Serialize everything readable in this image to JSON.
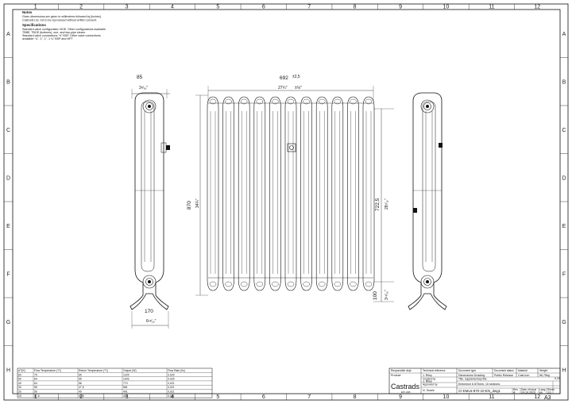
{
  "border": {
    "columns": [
      "1",
      "2",
      "3",
      "4",
      "5",
      "6",
      "7",
      "8",
      "9",
      "10",
      "11",
      "12"
    ],
    "rows": [
      "A",
      "B",
      "C",
      "D",
      "E",
      "F",
      "G",
      "H"
    ]
  },
  "notes": {
    "title": "Notes",
    "lines": [
      "Given dimensions are given in millimetres followed by [inches].",
      "Castrads Ltd, not to be reproduced without written consent."
    ],
    "spec_title": "Specifications",
    "spec_lines": [
      "Standard valve configuration: BOE. Other configurations available:",
      "TBBE, TBOE (bottoms), one- and two-pipe steam.",
      "Standard valve connections: ½\" BSP. Other valve connections",
      "available: ¾\", 1\", 1\", 1 ¼\" BSP and NPT"
    ]
  },
  "dimensions": {
    "side_depth_mm": "85",
    "side_depth_in": "3⁵⁄₁₆\"",
    "width_mm": "692",
    "width_tol": "±2,5",
    "width_in": "27¼\"",
    "width_tol_in": "±⅛\"",
    "height_mm": "870",
    "height_in": "34¼\"",
    "centres_mm": "722,5",
    "centres_in": "28⁷⁄₁₆\"",
    "floor_mm": "100",
    "floor_in": "3¹⁵⁄₁₆\"",
    "foot_mm": "170",
    "foot_in": "6¹¹⁄₁₆\""
  },
  "output_table": {
    "headers": [
      "ΔT(K)",
      "Flow Temperature (°C)",
      "Return Temperature (°C)",
      "Output (W)",
      "Flow Rate (l/s)"
    ],
    "rows": [
      [
        "60",
        "75",
        "65",
        "1225",
        "0,029"
      ],
      [
        "50",
        "64",
        "55",
        "1043",
        "0,025"
      ],
      [
        "40",
        "64",
        "56",
        "770",
        "0,021"
      ],
      [
        "30",
        "55",
        "47,5",
        "581",
        "0,021"
      ],
      [
        "20",
        "50",
        "40",
        "401",
        "0,021"
      ],
      [
        "15",
        "47,5",
        "42,5",
        "404",
        "0,021"
      ]
    ]
  },
  "title_block": {
    "logo": "Castrads",
    "logo_sub": "EST. 2005",
    "responsible_dept_label": "Responsible dept.",
    "responsible_dept": "Product",
    "tech_ref_label": "Technical reference",
    "tech_ref": "J. Riley",
    "created_by_label": "Created by",
    "created_by": "J. Riley",
    "approved_by_label": "Approved by",
    "approved_by": "N. Searle",
    "doc_type_label": "Document type",
    "doc_type": "Dimensions Drawing",
    "title_label": "Title, supplementary title",
    "title": "Eminence 6 870mm, 10 sections",
    "doc_status_label": "Document status",
    "doc_status": "Public Release",
    "material_label": "Material",
    "material": "Cast iron",
    "weight_label": "Weight",
    "weight": "66,75kg",
    "mass_label": "",
    "mass": "0,25",
    "drawing_no": "CI-EML6-870-10-EN_dwg1",
    "rev_label": "Rev.",
    "rev": "A",
    "date_label": "Date of issue",
    "date": "24.10.2023",
    "lang_label": "Lang.",
    "lang": "en",
    "sheet_label": "Sheet",
    "sheet": "1/1",
    "size": "A3"
  }
}
